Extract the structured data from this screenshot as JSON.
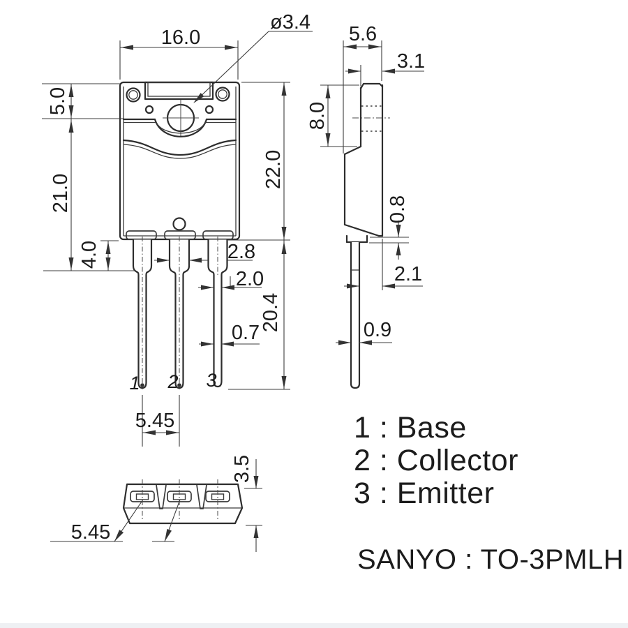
{
  "page": {
    "background": "#ffffff",
    "line_color": "#2d2d2d",
    "footer_bar_color": "#eef0f3"
  },
  "views": {
    "front": {
      "width": "16.0",
      "hole_dia": "ø3.4",
      "tab_height": "5.0",
      "body_height": "21.0",
      "shoulder_length": "4.0",
      "case_height": "22.0",
      "lead_length": "20.4",
      "lead_shoulder_width": "2.8",
      "lead_mid_width": "2.0",
      "lead_tip_width": "0.7",
      "lead_pitch": "5.45",
      "pin_labels": [
        "1",
        "2",
        "3"
      ]
    },
    "side": {
      "thickness": "5.6",
      "tab_thickness": "3.1",
      "tab_height": "8.0",
      "step": "0.8",
      "lead_setback": "2.1",
      "lead_thickness": "0.9"
    },
    "bottom": {
      "base_height": "3.5",
      "lead_pitch": "5.45"
    }
  },
  "legend": {
    "items": [
      {
        "label": "1 : Base"
      },
      {
        "label": "2 : Collector"
      },
      {
        "label": "3 : Emitter"
      }
    ]
  },
  "footer": {
    "brand_package": "SANYO : TO-3PMLH"
  }
}
